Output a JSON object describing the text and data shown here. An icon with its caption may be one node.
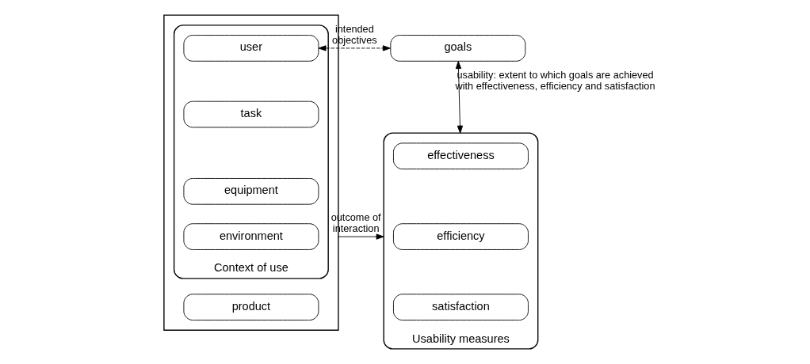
{
  "diagram": {
    "nodes": [
      {
        "text": [],
        "shape": "box"
      },
      {
        "text": [
          "Context of use"
        ],
        "in": 0
      },
      {
        "text": [
          "user"
        ],
        "in": 1
      },
      {
        "text": [
          "task"
        ],
        "in": 1
      },
      {
        "text": [
          "equipment"
        ],
        "in": 1
      },
      {
        "text": [
          "environment"
        ],
        "in": 1
      },
      {
        "text": [
          "product"
        ],
        "in": 0
      },
      {
        "text": [
          "goals"
        ]
      },
      {
        "text": [
          "Usability measures"
        ]
      },
      {
        "text": [
          "effectiveness"
        ],
        "in": 8
      },
      {
        "text": [
          "efficiency"
        ],
        "in": 8
      },
      {
        "text": [
          "satisfaction"
        ],
        "in": 8
      }
    ],
    "edges": [
      {
        "from": 2,
        "to": 7,
        "arrow": "both",
        "style": "dashed",
        "label": "intended objectives"
      },
      {
        "from": 7,
        "to": 8,
        "arrow": "both",
        "label": "usability: extent to which goals are achieved with effectiveness, efficiency and satisfaction"
      },
      {
        "from": 0,
        "to": 8,
        "arrow": "to",
        "label": "outcome of interaction"
      }
    ]
  }
}
